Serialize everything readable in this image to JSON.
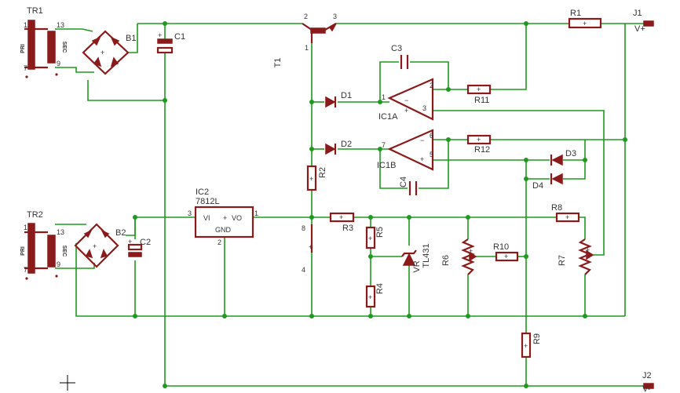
{
  "title": "",
  "labels": {
    "TR1": "TR1",
    "TR2": "TR2",
    "B1": "B1",
    "B2": "B2",
    "C1": "C1",
    "C2": "C2",
    "C3": "C3",
    "C4": "C4",
    "T1": "T1",
    "IC1A": "IC1A",
    "IC1B": "IC1B",
    "IC2": "IC2",
    "IC2_type": "7812L",
    "D1": "D1",
    "D2": "D2",
    "D3": "D3",
    "D4": "D4",
    "R1": "R1",
    "R2": "R2",
    "R3": "R3",
    "R4": "R4",
    "R5": "R5",
    "R6": "R6",
    "R7": "R7",
    "R8": "R8",
    "R9": "R9",
    "R10": "R10",
    "R11": "R11",
    "R12": "R12",
    "TL431": "TL431",
    "VR": "VR",
    "J1": "J1",
    "J2": "J2",
    "V_plus": "V+",
    "V_minus": "V-",
    "PRI": "PRI",
    "SEC": "SEC",
    "VI": "VI",
    "VO": "VO",
    "GND": "GND"
  },
  "pins": {
    "tr1_1": "1",
    "tr1_7": "7",
    "tr1_13": "13",
    "tr1_9": "9",
    "tr2_1": "1",
    "tr2_7": "7",
    "tr2_13": "13",
    "tr2_9": "9",
    "t1_2": "2",
    "t1_3": "3",
    "t1_1": "1",
    "ic1a_1": "1",
    "ic1a_2": "2",
    "ic1a_3": "3",
    "ic1b_7": "7",
    "ic1b_6": "6",
    "ic1b_5": "5",
    "ic2_3": "3",
    "ic2_1": "1",
    "ic2_2": "2",
    "pwr_8": "8",
    "pwr_4": "4"
  },
  "colors": {
    "wire": "#1e9a1e",
    "component": "#8b1a1a",
    "text": "#333333"
  }
}
